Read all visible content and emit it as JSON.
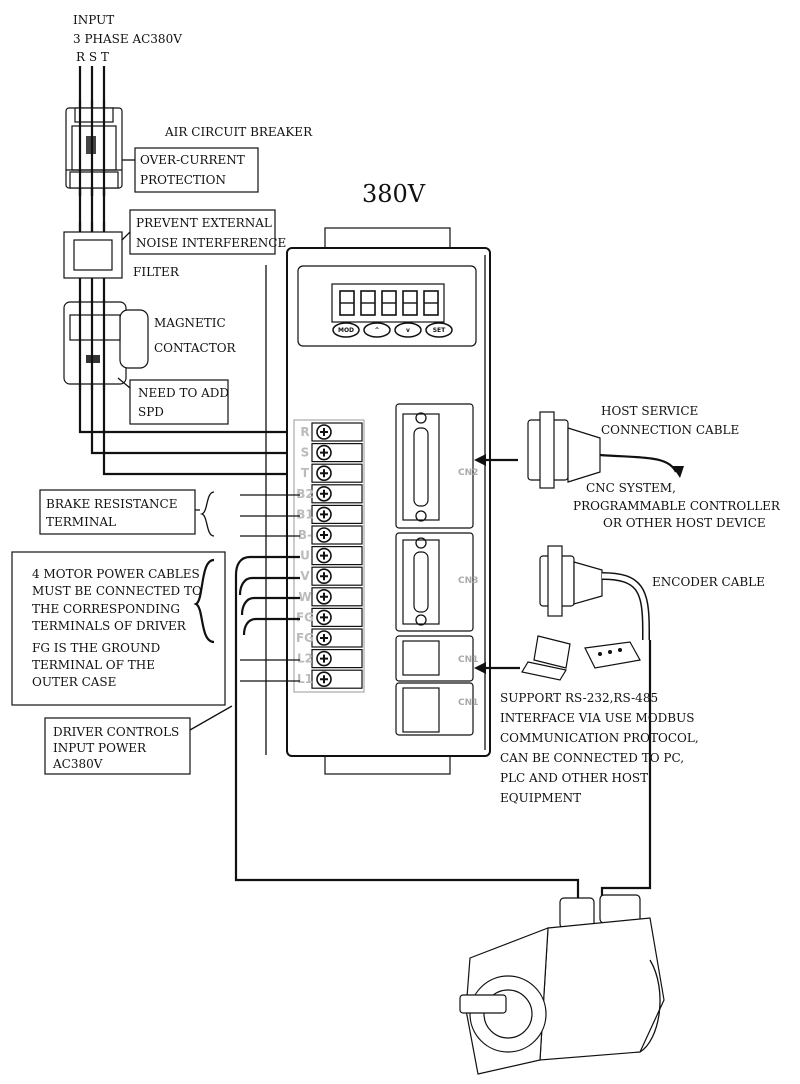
{
  "input": {
    "line1": "INPUT",
    "line2": "3 PHASE AC380V",
    "phases": "R S T"
  },
  "breaker": {
    "label": "AIR CIRCUIT BREAKER",
    "note": [
      "OVER-CURRENT",
      "PROTECTION"
    ]
  },
  "filter": {
    "label": "FILTER",
    "note": [
      "PREVENT EXTERNAL",
      "NOISE INTERFERENCE"
    ]
  },
  "contactor": {
    "label": [
      "MAGNETIC",
      "CONTACTOR"
    ],
    "note": [
      "NEED TO ADD",
      "SPD"
    ]
  },
  "driver": {
    "voltage": "380V",
    "buttons": [
      "MOD",
      "^",
      "v",
      "SET"
    ],
    "terminals": [
      "R",
      "S",
      "T",
      "B2",
      "B1",
      "B-",
      "U",
      "V",
      "W",
      "FG",
      "FG",
      "L2",
      "L1"
    ],
    "ports": [
      "CN2",
      "CN3",
      "CN1",
      "CN1"
    ]
  },
  "brake_note": [
    "BRAKE RESISTANCE",
    "TERMINAL"
  ],
  "motor_note": [
    "4 MOTOR POWER CABLES",
    "MUST BE CONNECTED TO",
    "THE CORRESPONDING",
    "TERMINALS OF DRIVER",
    "FG IS THE GROUND",
    "TERMINAL OF THE",
    "OUTER CASE"
  ],
  "control_note": [
    "DRIVER CONTROLS",
    "INPUT POWER",
    "AC380V"
  ],
  "host_cable": {
    "label": [
      "HOST SERVICE",
      "CONNECTION CABLE"
    ],
    "target": [
      "CNC SYSTEM,",
      "PROGRAMMABLE CONTROLLER",
      "OR OTHER HOST DEVICE"
    ]
  },
  "encoder_cable": {
    "label": "ENCODER CABLE"
  },
  "comm_note": [
    "SUPPORT RS-232,RS-485",
    "INTERFACE VIA USE MODBUS",
    "COMMUNICATION PROTOCOL,",
    "CAN BE CONNECTED TO PC,",
    "PLC AND OTHER HOST",
    "EQUIPMENT"
  ]
}
